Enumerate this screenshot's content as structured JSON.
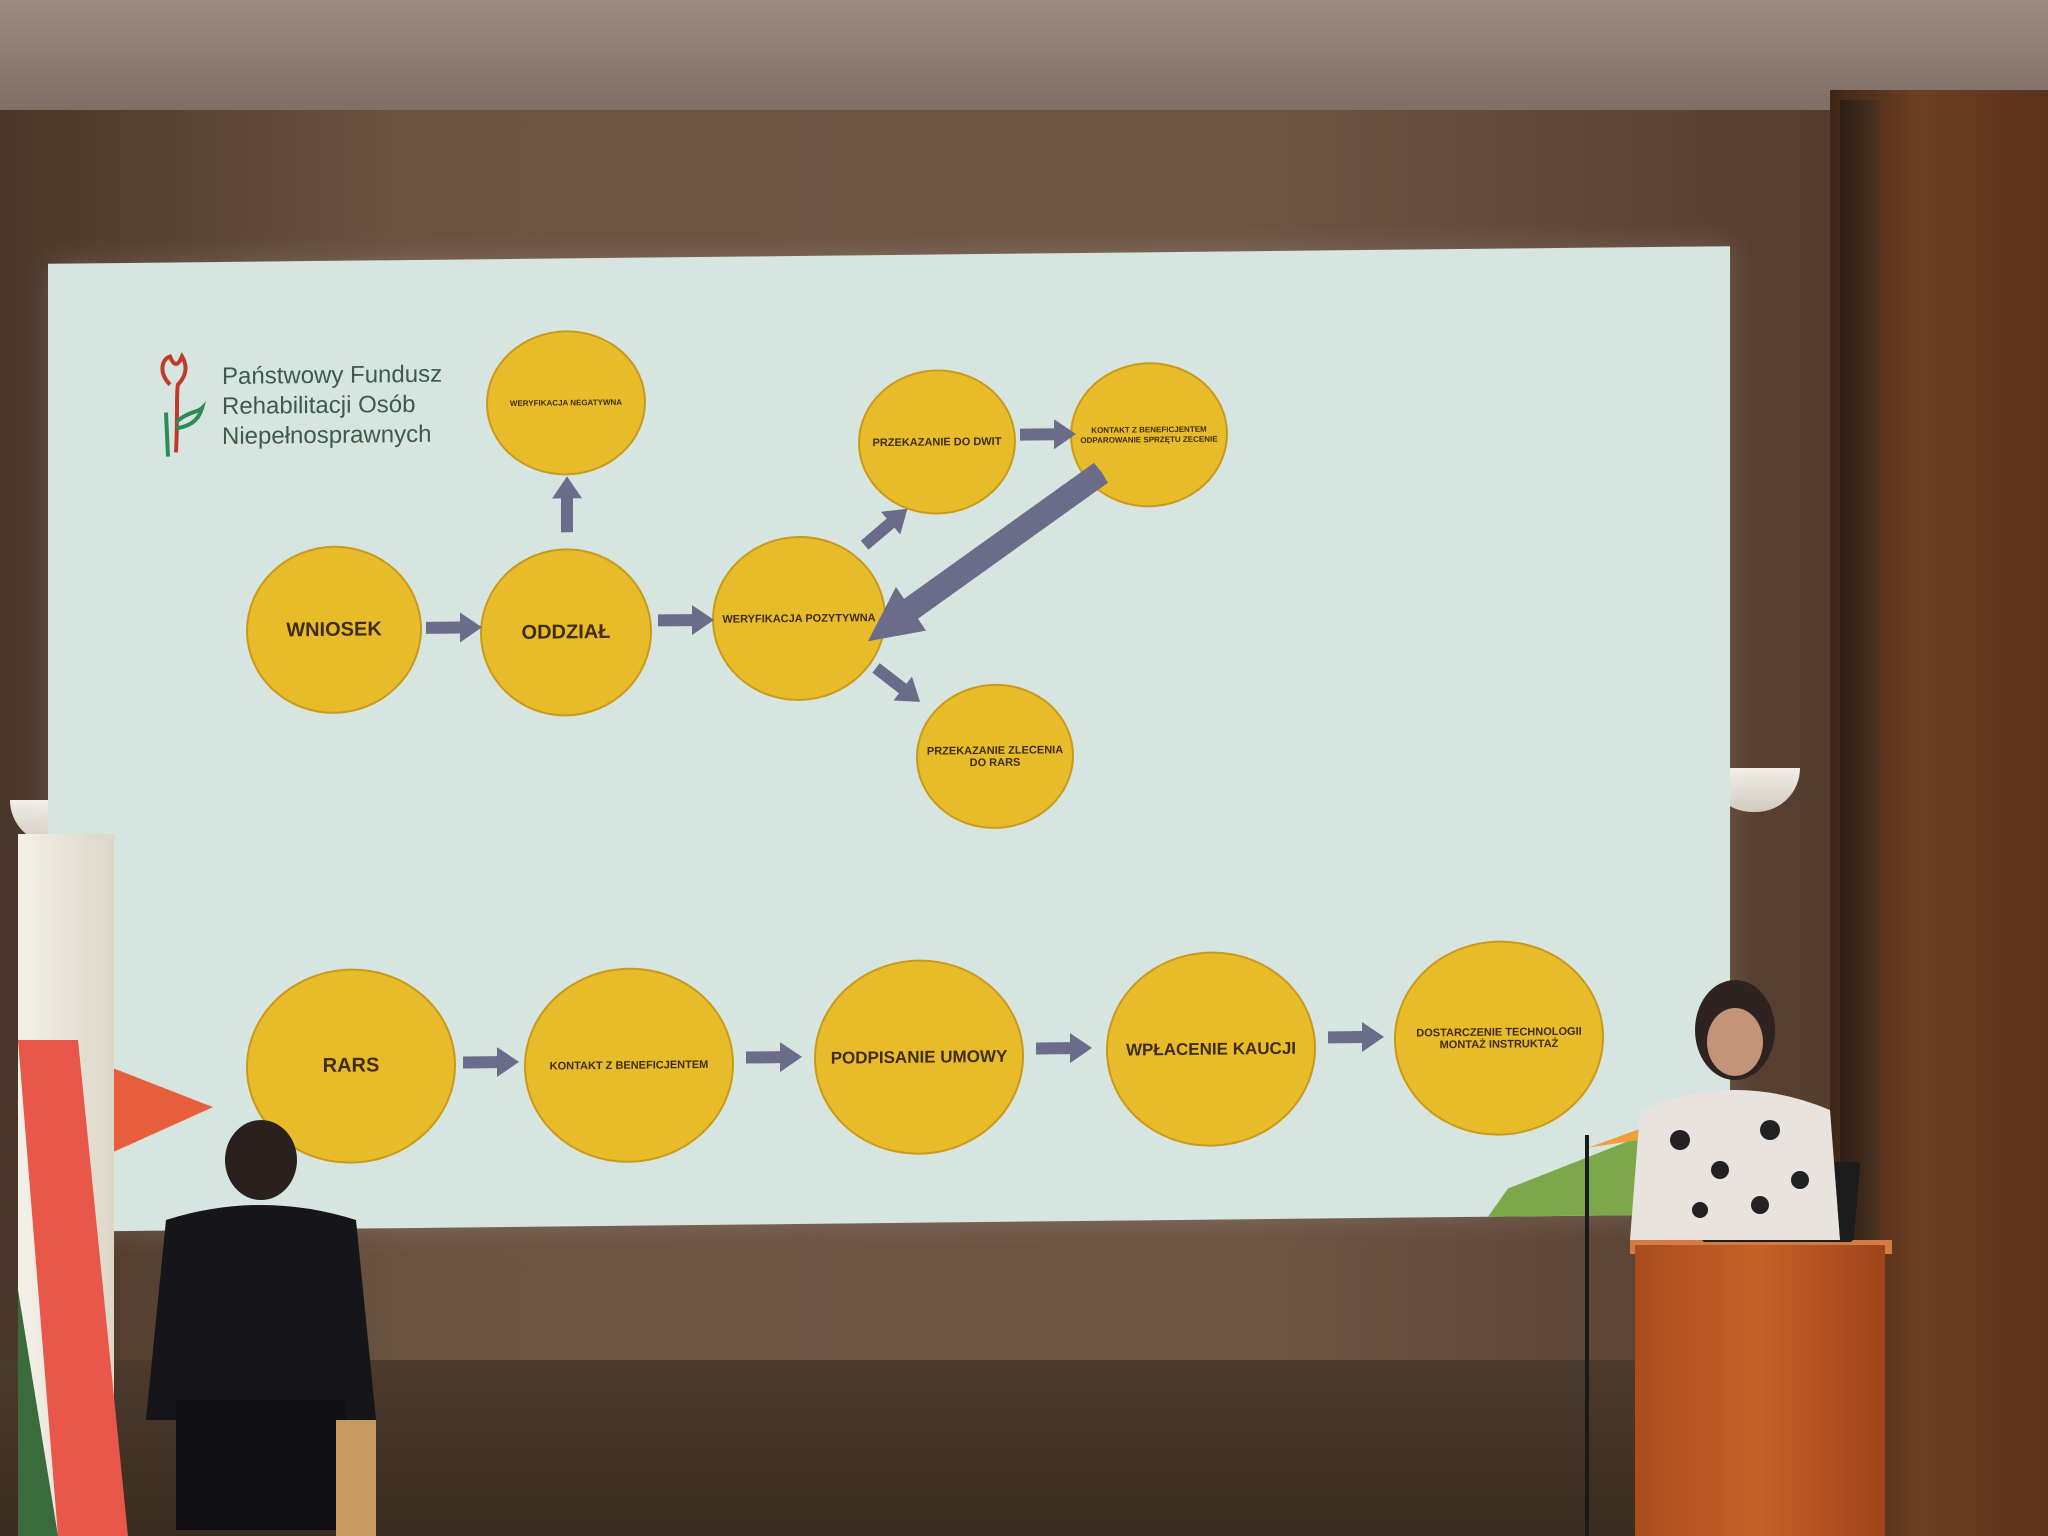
{
  "logo": {
    "line1": "Państwowy Fundusz",
    "line2": "Rehabilitacji Osób",
    "line3": "Niepełnosprawnych"
  },
  "top_flow": {
    "wniosek": "WNIOSEK",
    "oddzial": "ODDZIAŁ",
    "weryfikacja_negatywna": "WERYFIKACJA NEGATYWNA",
    "weryfikacja_pozytywna": "WERYFIKACJA POZYTYWNA",
    "przekazanie_do_dwit": "PRZEKAZANIE DO DWIT",
    "kontakt_z_beneficjentem_odbior": "KONTAKT Z BENEFICJENTEM ODPAROWANIE SPRZĘTU ZECENIE",
    "przekazanie_zlecenia": "PRZEKAZANIE ZLECENIA DO RARS"
  },
  "bottom_flow": {
    "rars": "RARS",
    "kontakt_z_beneficjentem": "KONTAKT Z BENEFICJENTEM",
    "podpisanie_umowy": "PODPISANIE UMOWY",
    "wplacenie_kaucji": "WPŁACENIE KAUCJI",
    "dostarczenie": "DOSTARCZENIE TECHNOLOGII MONTAŻ INSTRUKTAŻ"
  },
  "colors": {
    "node_fill": "#e8bb2b",
    "arrow": "#6b6c8a",
    "slide_bg": "#d6e5df"
  }
}
